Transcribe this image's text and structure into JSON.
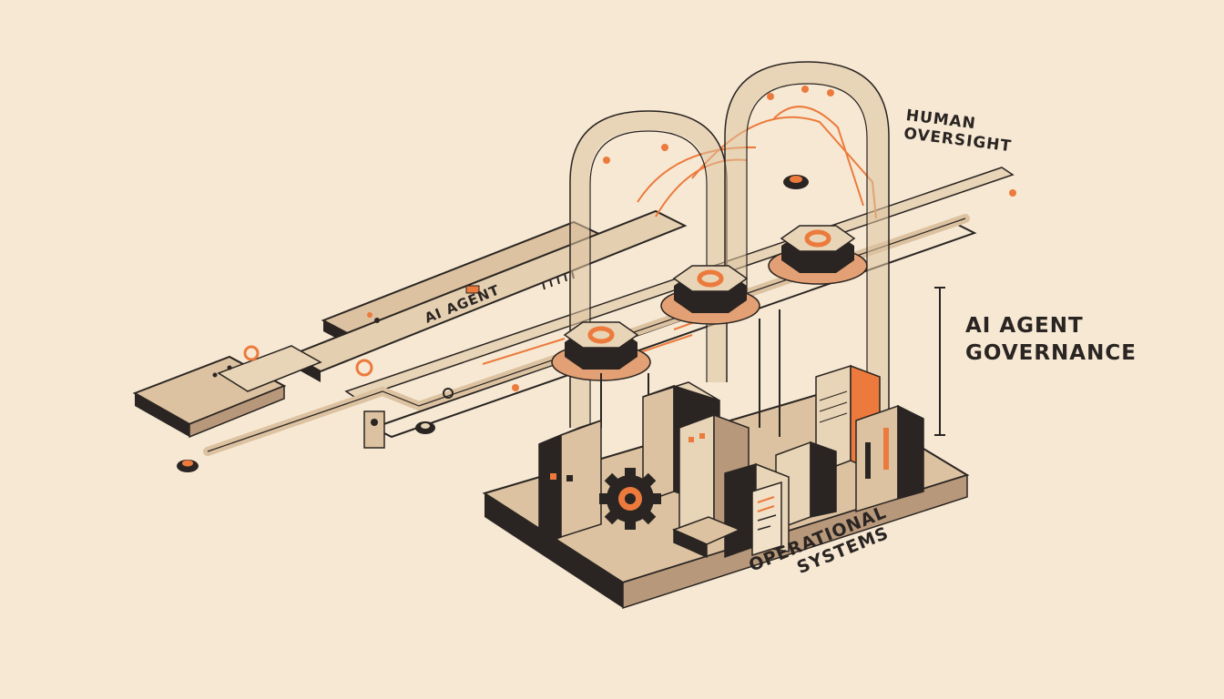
{
  "labels": {
    "human_oversight": [
      "HUMAN",
      "OVERSIGHT"
    ],
    "governance": [
      "AI AGENT",
      "GOVERNANCE"
    ],
    "operational_systems": [
      "OPERATIONAL",
      "SYSTEMS"
    ],
    "ai_agent": "AI AGENT"
  },
  "colors": {
    "background": "#f6e8d3",
    "ink": "#2a2522",
    "tan": "#dcc2a0",
    "tan_dark": "#b8987a",
    "accent": "#ec7a3c"
  },
  "icons": [
    "gear-icon",
    "document-icon",
    "hexagon-node-icon"
  ]
}
